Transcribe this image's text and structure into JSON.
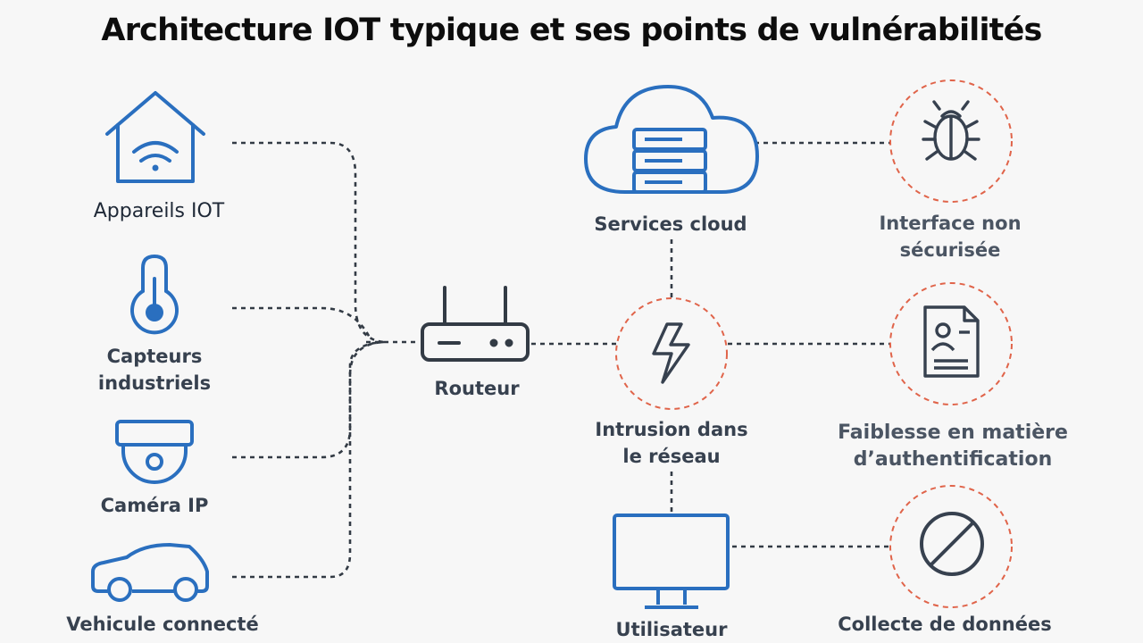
{
  "title": "Architecture IOT typique et ses points de vulnérabilités",
  "colors": {
    "icon": "#2a6fbf",
    "threat_ring": "#e0644a",
    "line": "#333b45",
    "text": "#37414f"
  },
  "devices": [
    {
      "id": "iot",
      "icon": "house-wifi-icon",
      "label": "Appareils IOT"
    },
    {
      "id": "sensors",
      "icon": "thermometer-icon",
      "label": "Capteurs\nindustriels"
    },
    {
      "id": "camera",
      "icon": "ip-camera-icon",
      "label": "Caméra IP"
    },
    {
      "id": "vehicle",
      "icon": "car-icon",
      "label": "Vehicule connecté"
    }
  ],
  "hub": {
    "icon": "router-icon",
    "label": "Routeur"
  },
  "services": [
    {
      "id": "cloud",
      "icon": "cloud-server-icon",
      "label": "Services cloud"
    },
    {
      "id": "intrusion",
      "icon": "lightning-icon",
      "label": "Intrusion dans\nle réseau"
    },
    {
      "id": "user",
      "icon": "monitor-icon",
      "label": "Utilisateur"
    }
  ],
  "vulnerabilities": [
    {
      "id": "interface",
      "icon": "bug-icon",
      "label": "Interface non\nsécurisée"
    },
    {
      "id": "auth",
      "icon": "id-document-icon",
      "label": "Faiblesse en matière\nd’authentification"
    },
    {
      "id": "data",
      "icon": "prohibited-icon",
      "label": "Collecte de données"
    }
  ]
}
